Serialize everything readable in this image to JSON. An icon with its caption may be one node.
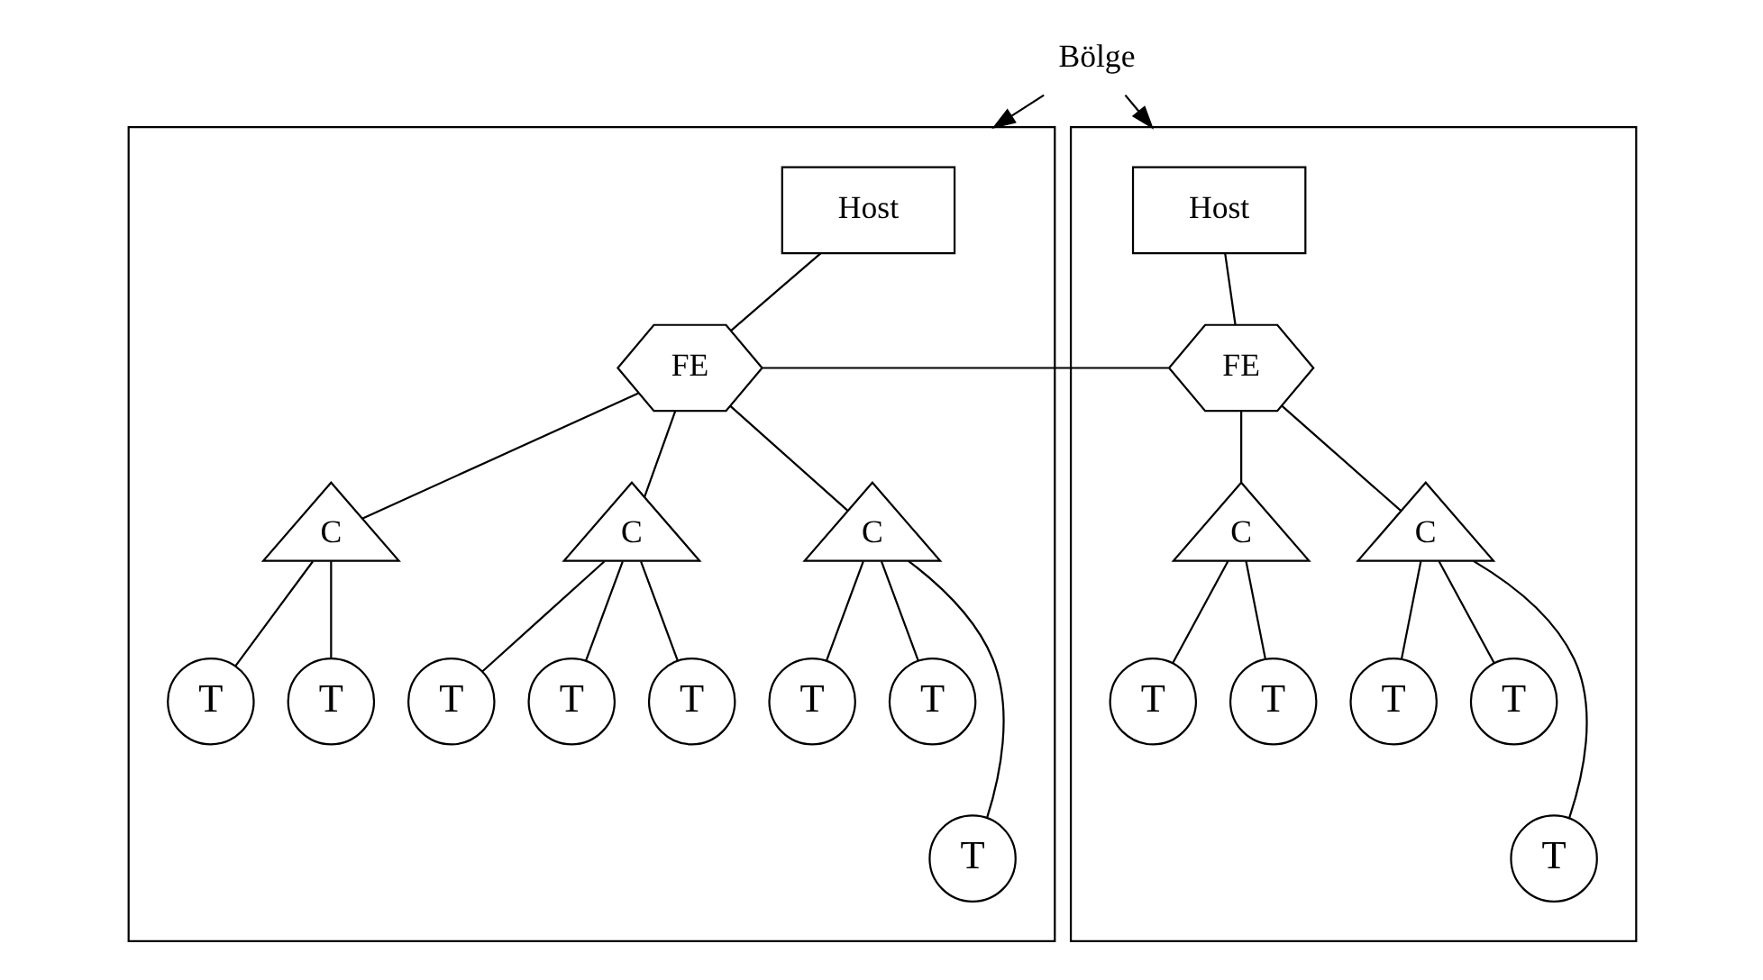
{
  "diagram": {
    "nodes": [
      {
        "text": [
          "Bölge"
        ]
      },
      {
        "text": [],
        "shape": "box"
      },
      {
        "text": [
          "Host"
        ],
        "in": 1
      },
      {
        "text": [
          "FE"
        ],
        "in": 1
      },
      {
        "text": [
          "C"
        ],
        "in": 1
      },
      {
        "text": [
          "C"
        ],
        "in": 1
      },
      {
        "text": [
          "C"
        ],
        "in": 1
      },
      {
        "text": [
          "T"
        ],
        "in": 1
      },
      {
        "text": [
          "T"
        ],
        "in": 1
      },
      {
        "text": [
          "T"
        ],
        "in": 1
      },
      {
        "text": [
          "T"
        ],
        "in": 1
      },
      {
        "text": [
          "T"
        ],
        "in": 1
      },
      {
        "text": [
          "T"
        ],
        "in": 1
      },
      {
        "text": [
          "T"
        ],
        "in": 1
      },
      {
        "text": [
          "T"
        ],
        "in": 1
      },
      {
        "text": [],
        "shape": "box"
      },
      {
        "text": [
          "Host"
        ],
        "in": 15
      },
      {
        "text": [
          "FE"
        ],
        "in": 15
      },
      {
        "text": [
          "C"
        ],
        "in": 15
      },
      {
        "text": [
          "C"
        ],
        "in": 15
      },
      {
        "text": [
          "T"
        ],
        "in": 15
      },
      {
        "text": [
          "T"
        ],
        "in": 15
      },
      {
        "text": [
          "T"
        ],
        "in": 15
      },
      {
        "text": [
          "T"
        ],
        "in": 15
      },
      {
        "text": [
          "T"
        ],
        "in": 15
      }
    ],
    "edges": [
      {
        "from": 0,
        "to": 1,
        "arrow": "to"
      },
      {
        "from": 0,
        "to": 15,
        "arrow": "to"
      },
      {
        "from": 2,
        "to": 3,
        "arrow": "none"
      },
      {
        "from": 3,
        "to": 4,
        "arrow": "none"
      },
      {
        "from": 3,
        "to": 5,
        "arrow": "none"
      },
      {
        "from": 3,
        "to": 6,
        "arrow": "none"
      },
      {
        "from": 4,
        "to": 7,
        "arrow": "none"
      },
      {
        "from": 4,
        "to": 8,
        "arrow": "none"
      },
      {
        "from": 5,
        "to": 9,
        "arrow": "none"
      },
      {
        "from": 5,
        "to": 10,
        "arrow": "none"
      },
      {
        "from": 5,
        "to": 11,
        "arrow": "none"
      },
      {
        "from": 6,
        "to": 12,
        "arrow": "none"
      },
      {
        "from": 6,
        "to": 14,
        "arrow": "none"
      },
      {
        "from": 6,
        "to": 13,
        "arrow": "none"
      },
      {
        "from": 3,
        "to": 17,
        "arrow": "none"
      },
      {
        "from": 16,
        "to": 17,
        "arrow": "none"
      },
      {
        "from": 17,
        "to": 18,
        "arrow": "none"
      },
      {
        "from": 17,
        "to": 19,
        "arrow": "none"
      },
      {
        "from": 18,
        "to": 20,
        "arrow": "none"
      },
      {
        "from": 18,
        "to": 21,
        "arrow": "none"
      },
      {
        "from": 19,
        "to": 22,
        "arrow": "none"
      },
      {
        "from": 19,
        "to": 24,
        "arrow": "none"
      },
      {
        "from": 19,
        "to": 23,
        "arrow": "none"
      }
    ]
  }
}
